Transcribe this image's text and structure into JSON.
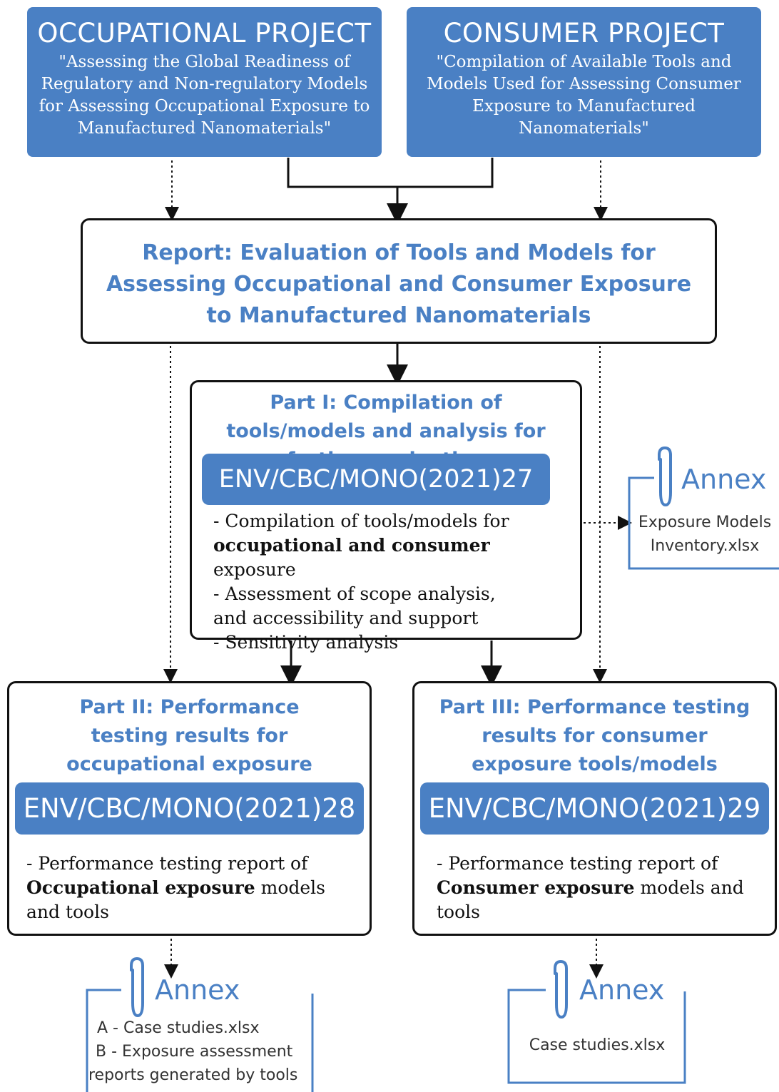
{
  "occupational_project": {
    "title": "OCCUPATIONAL PROJECT",
    "subtitle": "\"Assessing the Global Readiness of Regulatory and Non-regulatory Models for Assessing Occupational Exposure to Manufactured Nanomaterials\""
  },
  "consumer_project": {
    "title": "CONSUMER PROJECT",
    "subtitle": "\"Compilation of Available Tools and Models Used for Assessing Consumer Exposure to Manufactured Nanomaterials\""
  },
  "report": {
    "title": "Report: Evaluation of Tools and Models for Assessing Occupational and Consumer Exposure to Manufactured Nanomaterials"
  },
  "part1": {
    "title": "Part I: Compilation of tools/models and analysis for further evaluation",
    "code": "ENV/CBC/MONO(2021)27",
    "items": [
      {
        "pre": "- Compilation of tools/models for ",
        "bold": "occupational and consumer",
        "post": " exposure"
      },
      {
        "pre": "- Assessment of scope analysis, and  accessibility and support",
        "bold": "",
        "post": ""
      },
      {
        "pre": "- Sensitivity analysis",
        "bold": "",
        "post": ""
      }
    ],
    "annex": {
      "label": "Annex",
      "lines": [
        "Exposure Models",
        "Inventory.xlsx"
      ]
    }
  },
  "part2": {
    "title": "Part II: Performance testing results for occupational exposure tools/models",
    "code": "ENV/CBC/MONO(2021)28",
    "desc": {
      "pre": "- Performance testing report of ",
      "bold": "Occupational exposure",
      "post": " models and tools"
    },
    "annex": {
      "label": "Annex",
      "lines": [
        "A - Case studies.xlsx",
        "B - Exposure assessment",
        "reports generated by tools"
      ]
    }
  },
  "part3": {
    "title": "Part III: Performance testing results for consumer exposure tools/models",
    "code": "ENV/CBC/MONO(2021)29",
    "desc": {
      "pre": "- Performance testing report of ",
      "bold": "Consumer exposure",
      "post": " models and tools"
    },
    "annex": {
      "label": "Annex",
      "lines": [
        "Case studies.xlsx"
      ]
    }
  },
  "colors": {
    "accent": "#4a80c4",
    "outline": "#111111"
  },
  "icons": {
    "annex": "paperclip-icon"
  }
}
